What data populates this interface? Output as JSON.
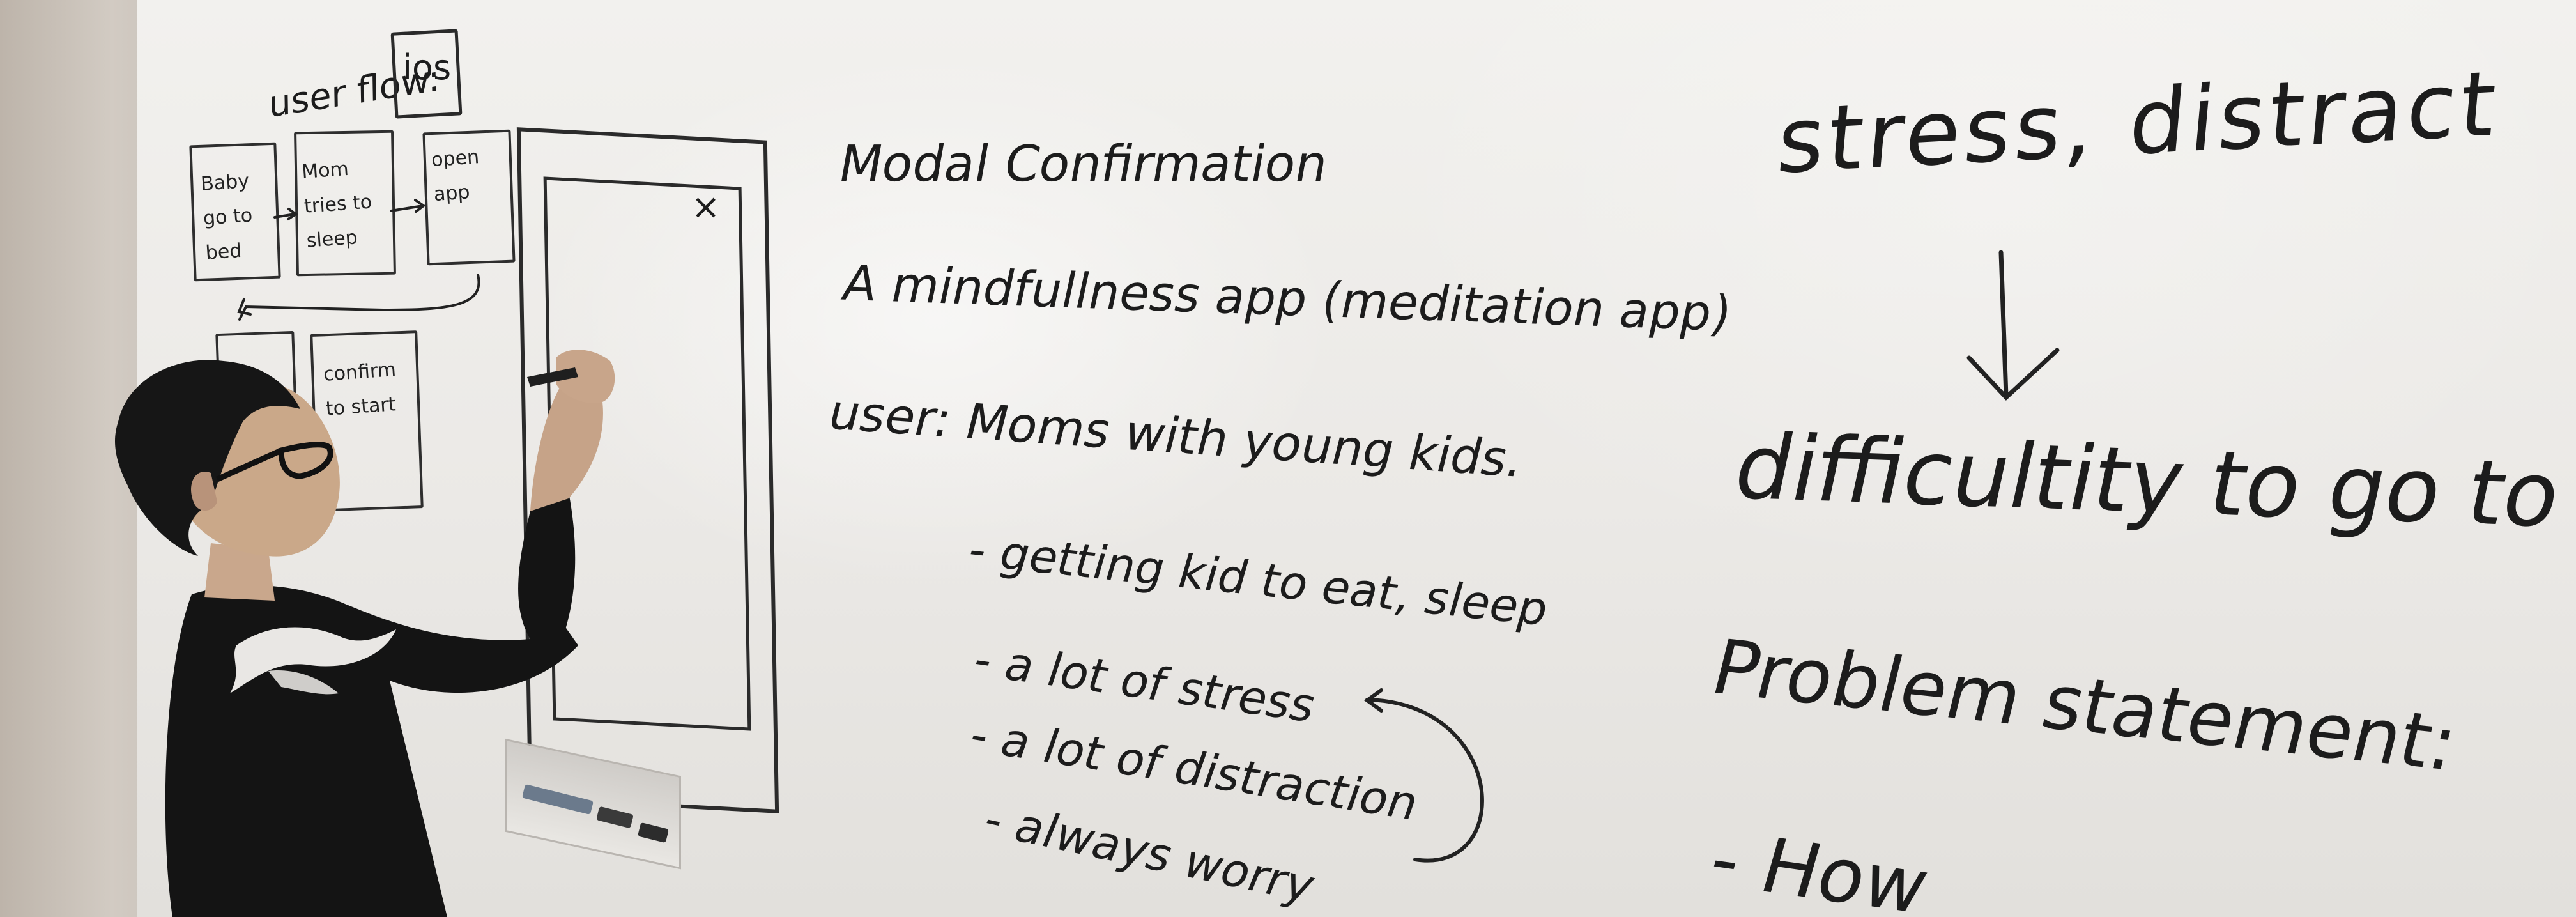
{
  "scene": {
    "left_wall": {
      "user_flow_label": "user flow:",
      "ios_label": "ios",
      "flow_steps": [
        "Baby go to bed",
        "Mom tries to sleep",
        "open app",
        "",
        "confirm to start"
      ]
    },
    "wireframe": {
      "close_mark": "×"
    },
    "center_notes": {
      "title": "Modal Confirmation",
      "description": "A mindfullness app (meditation app)",
      "user_line": "user: Moms with young kids.",
      "bullets": [
        "- getting kid to eat, sleep",
        "- a lot of stress",
        "- a lot of distraction",
        "- always worry"
      ]
    },
    "right_notes": {
      "headline": "stress, distract",
      "result": "difficultity to go to",
      "problem_heading": "Problem statement:",
      "problem_item": "- How"
    },
    "colors": {
      "marker": "#1c1c1c",
      "board": "#efeeeb",
      "shirt": "#141414"
    }
  }
}
